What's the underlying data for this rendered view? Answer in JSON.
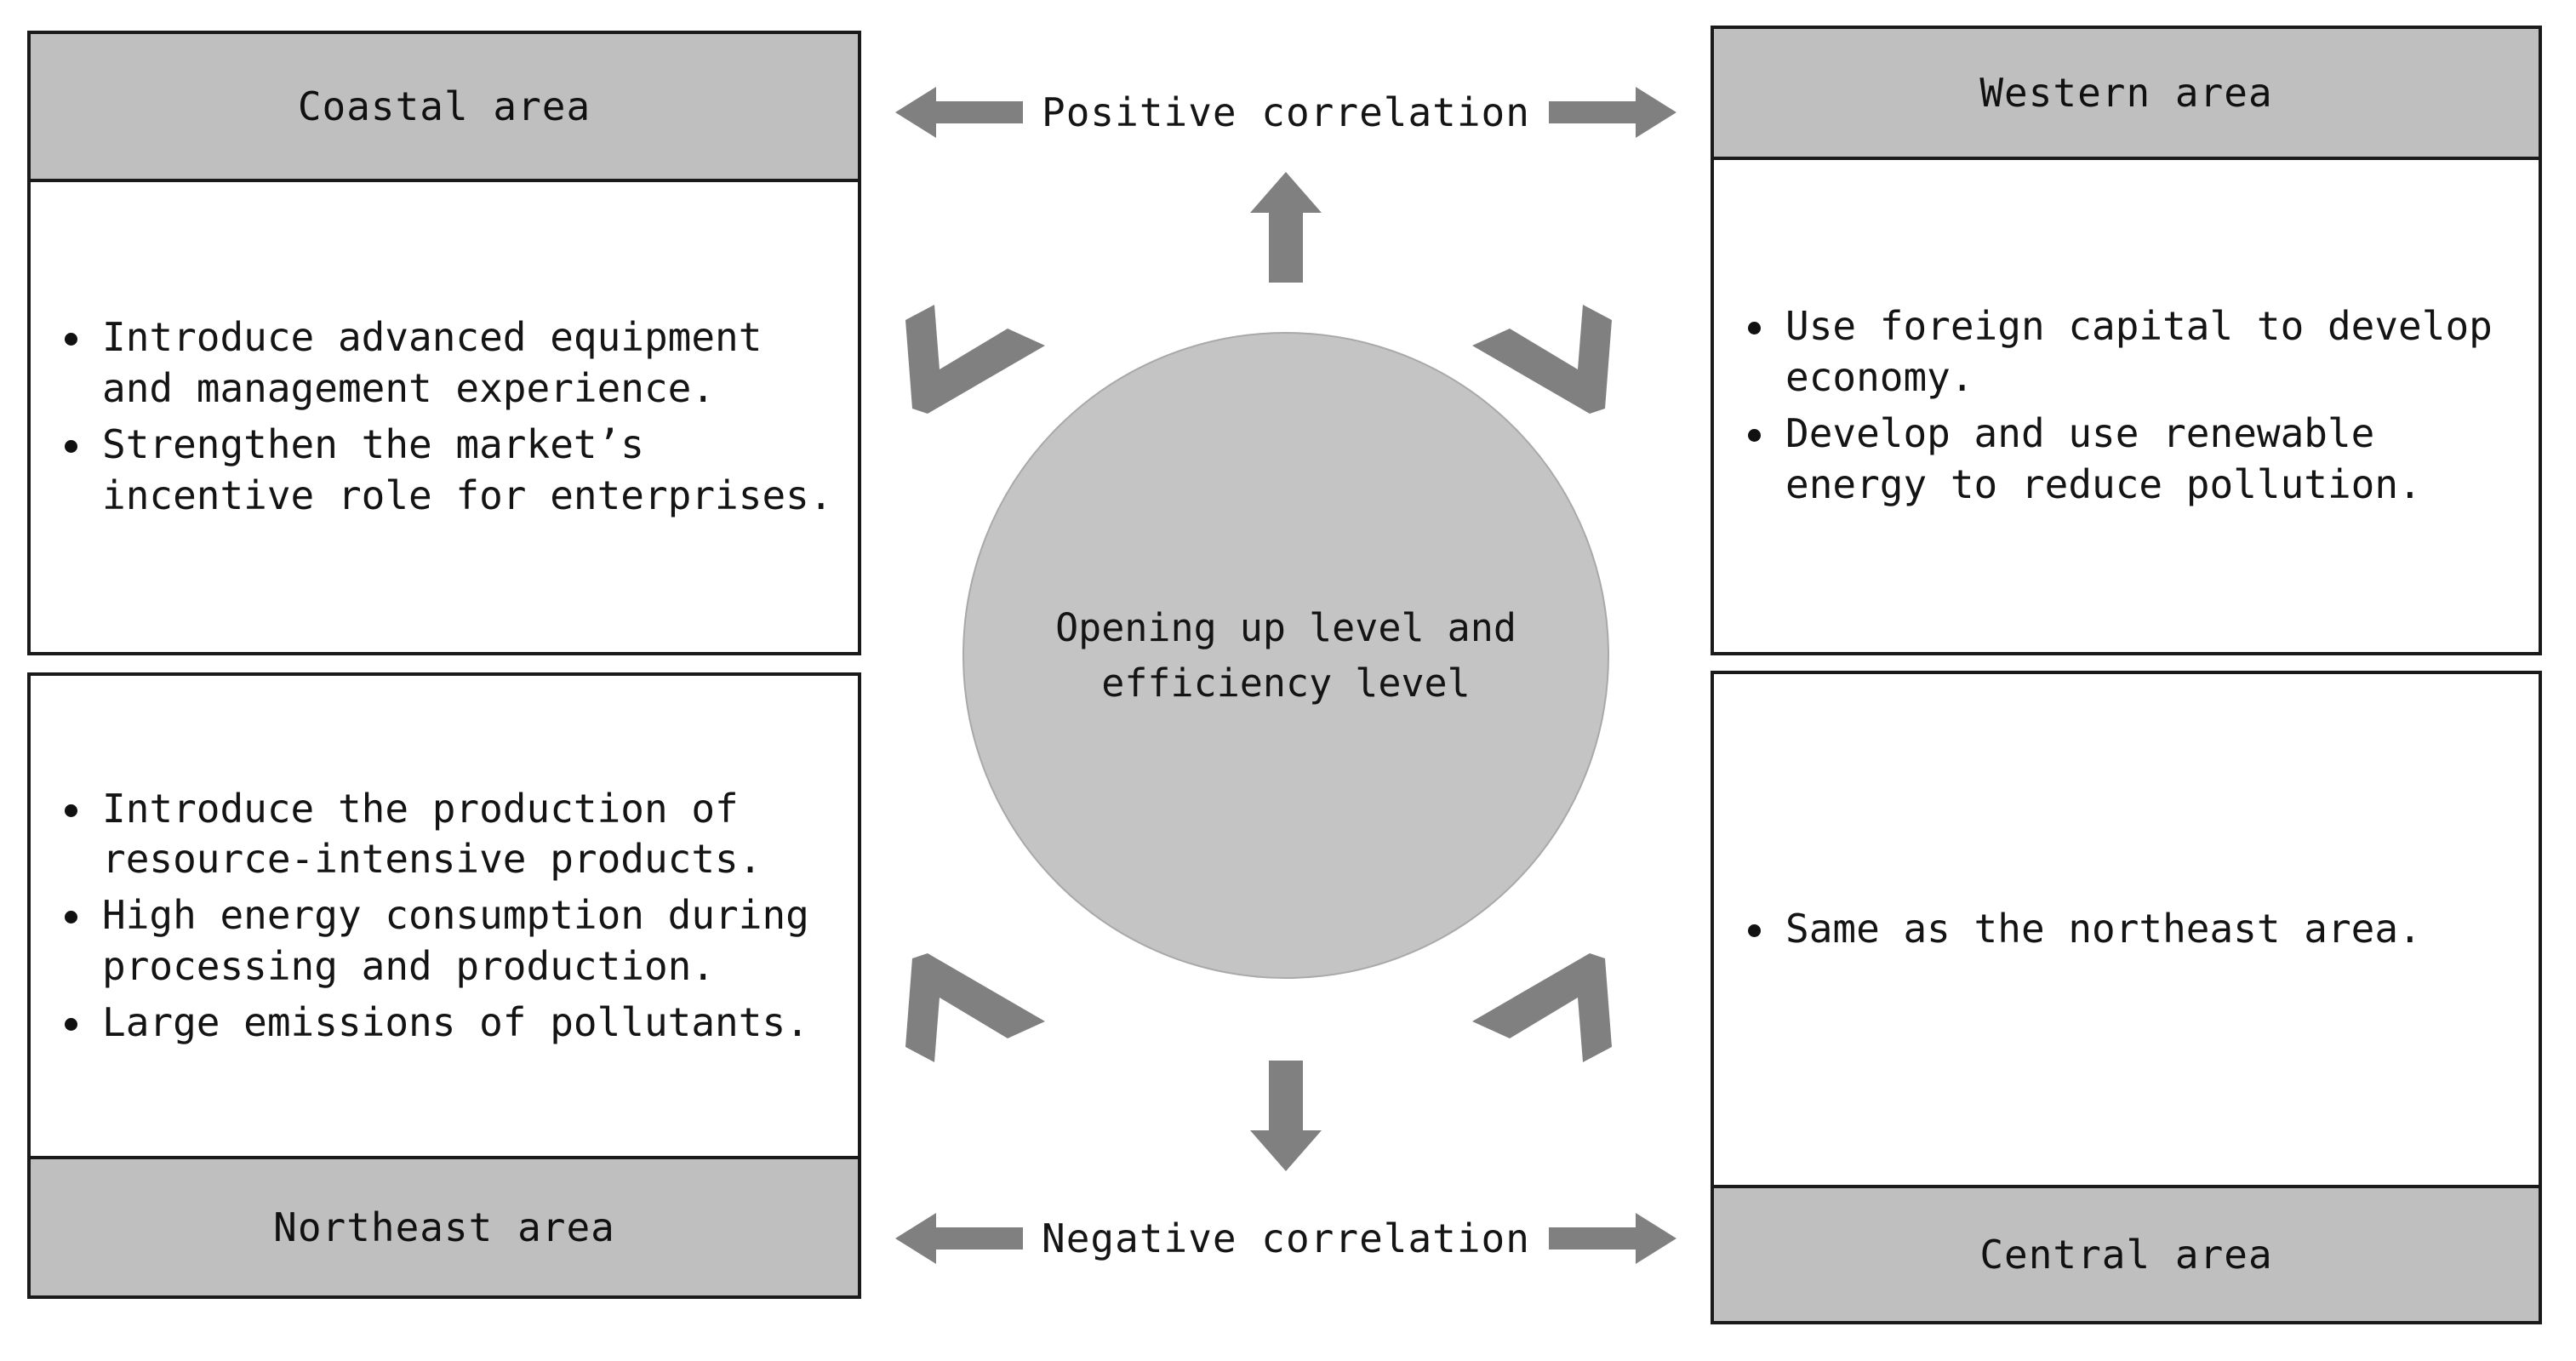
{
  "diagram": {
    "title": "Opening up level and efficiency level",
    "colors": {
      "header_fill": "#bfbfbf",
      "circle_fill": "#c4c4c4",
      "arrow_fill": "#808080",
      "border": "#1a1a1a",
      "text": "#141414"
    },
    "center": {
      "label_line_1": "Opening up level and",
      "label_line_2": "efficiency level",
      "shape": "circle"
    },
    "relations": {
      "top": {
        "label": "Positive correlation",
        "left_arrow": "arrow-left-icon",
        "right_arrow": "arrow-right-icon"
      },
      "bottom": {
        "label": "Negative correlation",
        "left_arrow": "arrow-left-icon",
        "right_arrow": "arrow-right-icon"
      },
      "up_arrow": "arrow-up-icon",
      "down_arrow": "arrow-down-icon",
      "corner_arrows": [
        "elbow-arrow-top-left-icon",
        "elbow-arrow-top-right-icon",
        "elbow-arrow-bottom-left-icon",
        "elbow-arrow-bottom-right-icon"
      ]
    },
    "panels": [
      {
        "id": "coastal",
        "title": "Coastal area",
        "title_position": "top",
        "bullets": [
          "Introduce advanced equipment and management experience.",
          "Strengthen the market’s incentive role for enterprises."
        ]
      },
      {
        "id": "northeast",
        "title": "Northeast area",
        "title_position": "bottom",
        "bullets": [
          "Introduce the production of resource-intensive products.",
          "High energy consumption during processing and production.",
          "Large emissions of pollutants."
        ]
      },
      {
        "id": "western",
        "title": "Western area",
        "title_position": "top",
        "bullets": [
          "Use foreign capital to develop economy.",
          "Develop and use renewable energy to reduce pollution."
        ]
      },
      {
        "id": "central",
        "title": "Central area",
        "title_position": "bottom",
        "bullets": [
          "Same as the northeast area."
        ]
      }
    ]
  }
}
